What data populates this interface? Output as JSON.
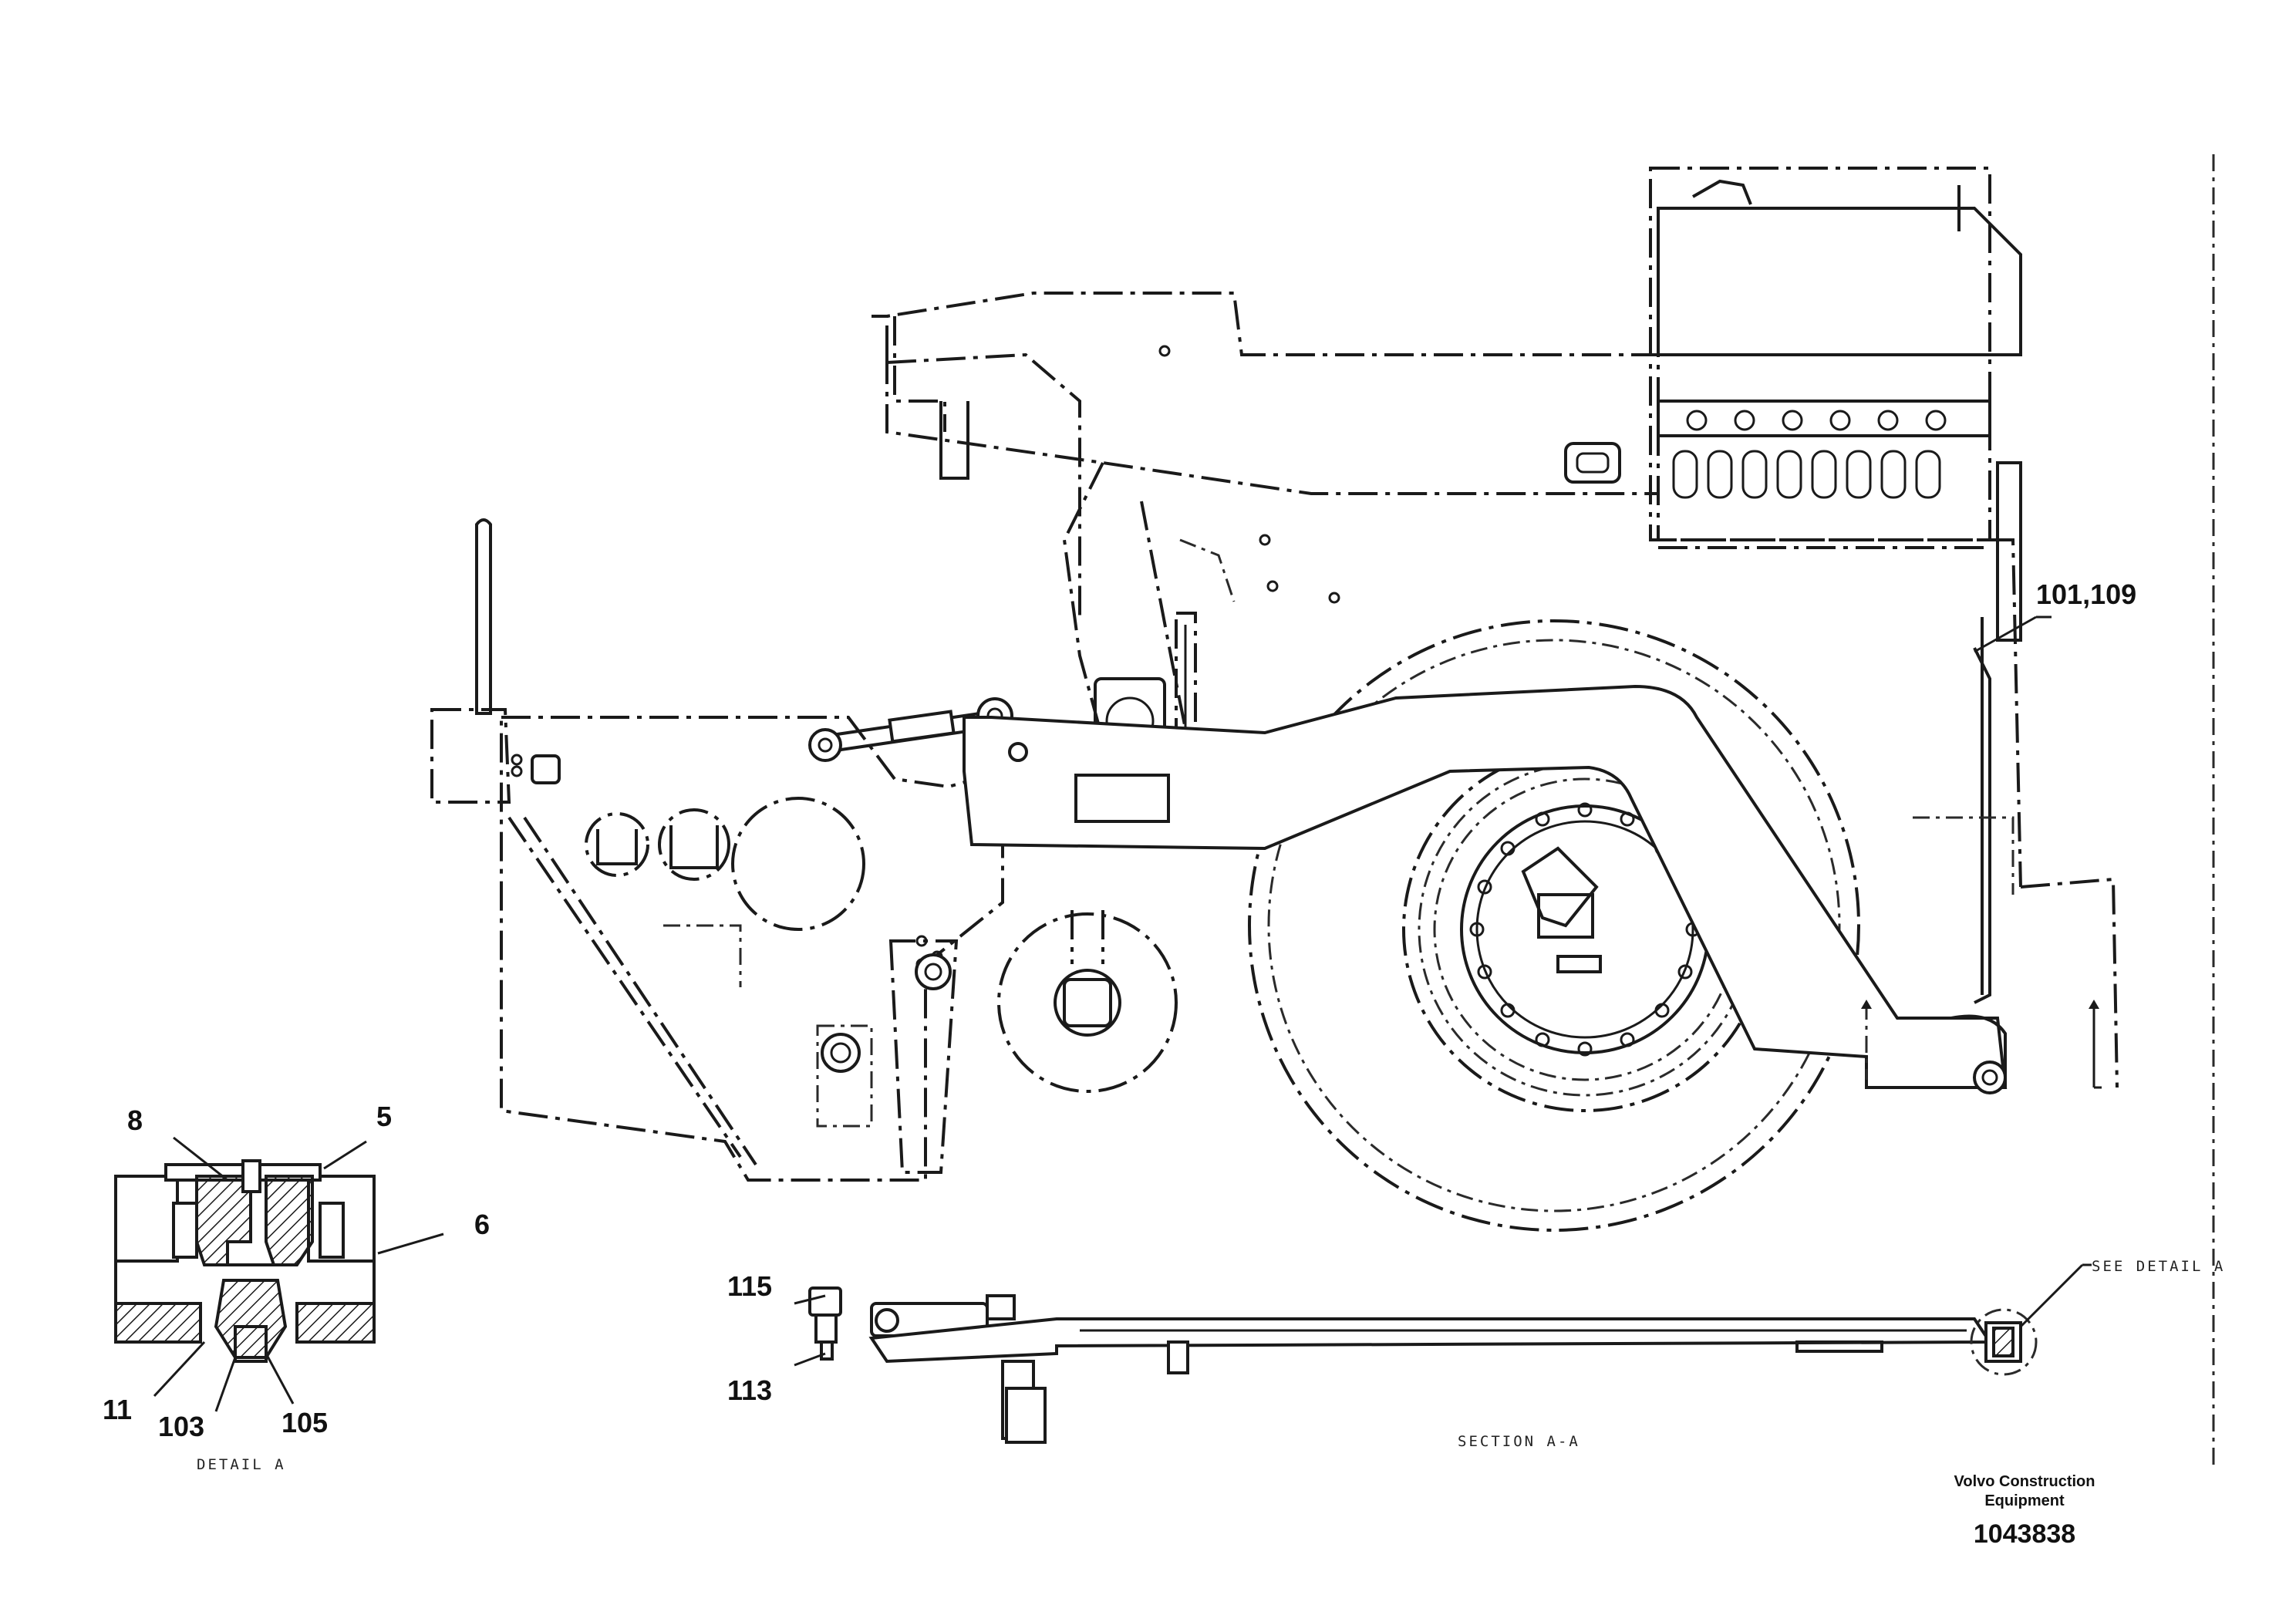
{
  "callouts": {
    "c_101_109": "101,109",
    "c_8": "8",
    "c_5": "5",
    "c_6": "6",
    "c_11": "11",
    "c_103": "103",
    "c_105": "105",
    "c_115": "115",
    "c_113": "113"
  },
  "labels": {
    "detail_a": "DETAIL  A",
    "section_aa": "SECTION  A-A",
    "see_detail_a": "SEE DETAIL  A"
  },
  "footer": {
    "company_line1": "Volvo Construction",
    "company_line2": "Equipment",
    "drawing_number": "1043838"
  }
}
